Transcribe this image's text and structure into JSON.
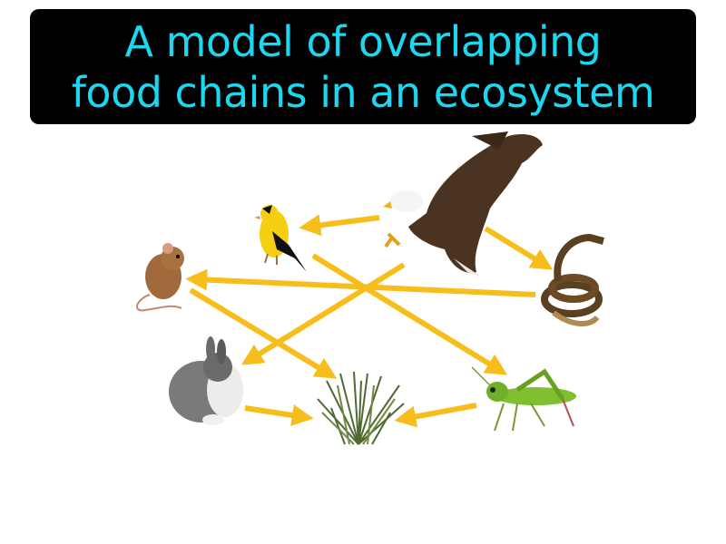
{
  "title": {
    "line1": "A model of overlapping",
    "line2": "food chains in an ecosystem"
  },
  "colors": {
    "title_background": "#000000",
    "title_text": "#1ad8f0",
    "arrow": "#f7bd1a"
  },
  "organisms": [
    "eagle-icon",
    "goldfinch-icon",
    "mouse-icon",
    "snake-icon",
    "rabbit-icon",
    "grass-icon",
    "grasshopper-icon"
  ],
  "arrows": [
    {
      "from": "eagle",
      "to": "goldfinch"
    },
    {
      "from": "eagle",
      "to": "snake"
    },
    {
      "from": "eagle",
      "to": "rabbit"
    },
    {
      "from": "snake",
      "to": "mouse"
    },
    {
      "from": "goldfinch",
      "to": "grasshopper"
    },
    {
      "from": "mouse",
      "to": "grass"
    },
    {
      "from": "rabbit",
      "to": "grass"
    },
    {
      "from": "grasshopper",
      "to": "grass"
    }
  ]
}
